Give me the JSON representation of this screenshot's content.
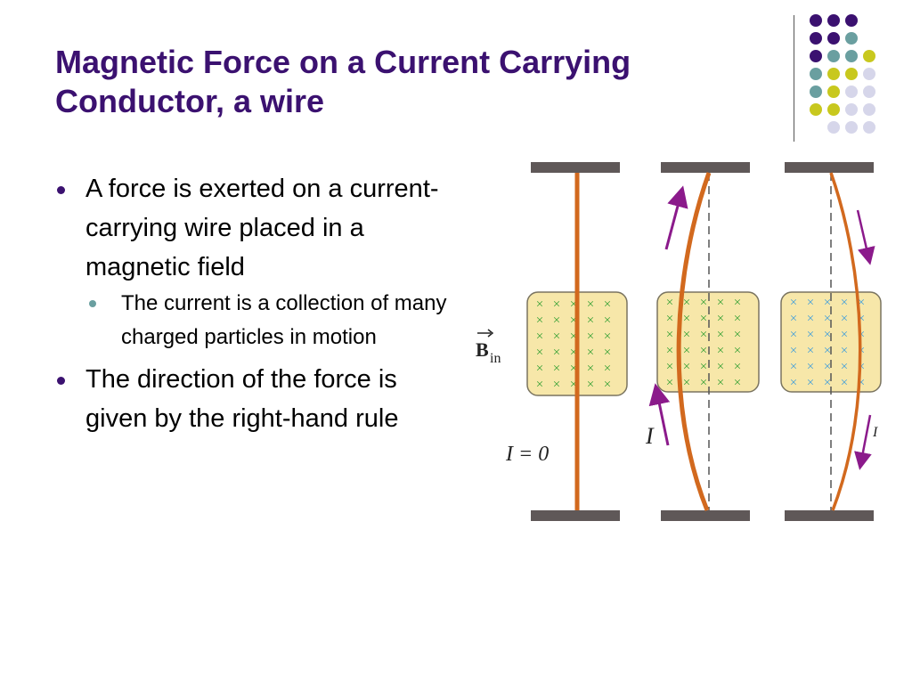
{
  "slide": {
    "title": "Magnetic Force on a Current Carrying Conductor, a wire",
    "bullets": [
      {
        "text": "A force is exerted on a current-carrying wire placed in a magnetic field",
        "sub": [
          "The current is a collection of many charged particles in motion"
        ]
      },
      {
        "text": "The direction of the force is given by the right-hand rule",
        "sub": []
      }
    ]
  },
  "figure": {
    "field_label_main": "B",
    "field_label_sub": "in",
    "current_zero_label": "I = 0",
    "current_label_middle": "I",
    "current_label_right": "I",
    "cross_symbol": "×"
  },
  "colors": {
    "title": "#3b1170",
    "accent_purple": "#3b1170",
    "accent_teal": "#6a9fa0",
    "accent_yellow": "#c8c81e",
    "accent_lavender": "#d6d6ea",
    "wire": "#d2691e",
    "arrow": "#8b1a8b",
    "field_fill": "#f7e7a9",
    "cross_green": "#3fa43a",
    "cross_blue": "#4aa2d8"
  }
}
